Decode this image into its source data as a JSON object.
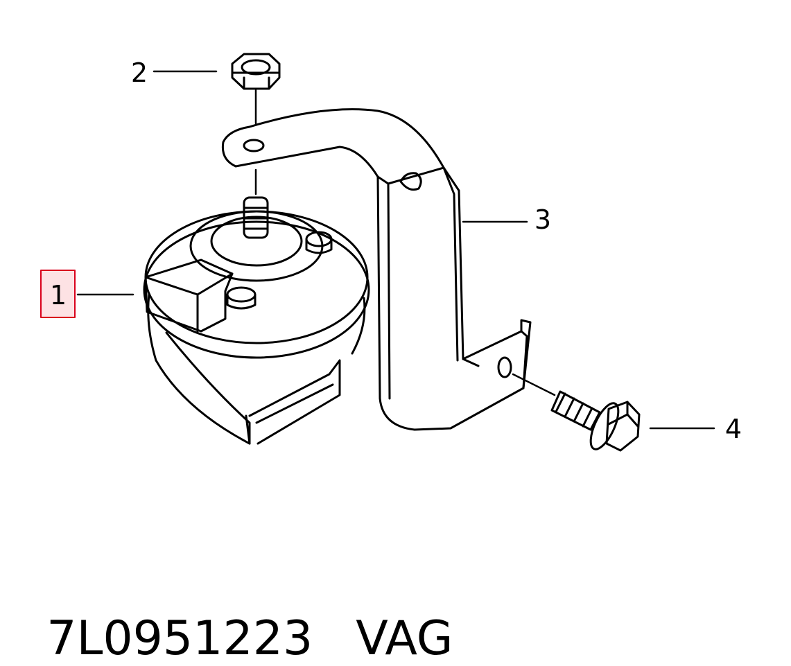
{
  "callouts": [
    {
      "number": "1",
      "part": "horn",
      "highlighted": true
    },
    {
      "number": "2",
      "part": "nut"
    },
    {
      "number": "3",
      "part": "bracket"
    },
    {
      "number": "4",
      "part": "bolt"
    }
  ],
  "caption": {
    "part_number": "7L0951223",
    "brand": "VAG"
  },
  "colors": {
    "line": "#000000",
    "highlight_border": "#d9001b",
    "highlight_fill": "#fde2e4"
  }
}
